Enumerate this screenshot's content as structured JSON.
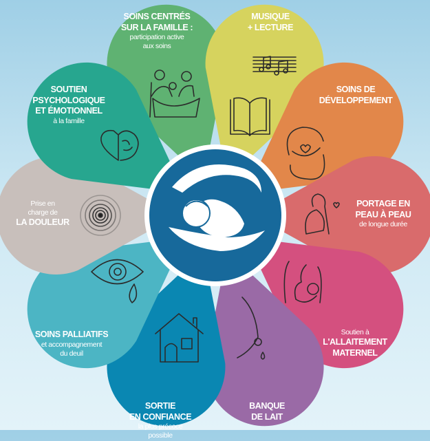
{
  "colors": {
    "center_blue": "#17699b",
    "background": "#cfe9f4"
  },
  "petals": [
    {
      "id": "famille",
      "color": "#5fb272",
      "title": [
        "SOINS CENTRÉS",
        "SUR LA FAMILLE :"
      ],
      "sub": [
        "participation active",
        "aux soins"
      ],
      "icon": "family-bath-icon"
    },
    {
      "id": "musique",
      "color": "#d6d35e",
      "title": [
        "MUSIQUE",
        "+ LECTURE"
      ],
      "sub": [],
      "icon": "music-book-icon"
    },
    {
      "id": "developpement",
      "color": "#e2874a",
      "title": [
        "SOINS DE",
        "DÉVELOPPEMENT"
      ],
      "sub": [],
      "icon": "cupped-hands-heart-icon"
    },
    {
      "id": "portage",
      "color": "#d96b6c",
      "title": [
        "PORTAGE EN",
        "PEAU À PEAU"
      ],
      "sub": [
        "de longue durée"
      ],
      "icon": "skin-to-skin-icon"
    },
    {
      "id": "allaitement",
      "color": "#d4507f",
      "pre": "Soutien à",
      "title": [
        "L'ALLAITEMENT",
        "MATERNEL"
      ],
      "sub": [],
      "icon": "breastfeeding-icon"
    },
    {
      "id": "lait",
      "color": "#9a6aa6",
      "title": [
        "BANQUE",
        "DE LAIT"
      ],
      "sub": [],
      "icon": "milk-drop-icon"
    },
    {
      "id": "sortie",
      "color": "#0a87b2",
      "title": [
        "SORTIE",
        "EN CONFIANCE"
      ],
      "sub": [
        "la plus précoce",
        "possible"
      ],
      "icon": "house-icon"
    },
    {
      "id": "palliatifs",
      "color": "#4cb5c4",
      "title": [
        "SOINS PALLIATIFS"
      ],
      "sub": [
        "et accompagnement",
        "du deuil"
      ],
      "icon": "eye-tear-icon"
    },
    {
      "id": "douleur",
      "color": "#c8bfbb",
      "pre2": [
        "Prise en",
        "charge de"
      ],
      "title": [
        "LA DOULEUR"
      ],
      "sub": [],
      "icon": "pain-rings-icon"
    },
    {
      "id": "soutien",
      "color": "#27a68f",
      "title": [
        "SOUTIEN",
        "PSYCHOLOGIQUE",
        "ET ÉMOTIONNEL"
      ],
      "sub": [
        "à la famille"
      ],
      "icon": "heart-brain-icon"
    }
  ]
}
